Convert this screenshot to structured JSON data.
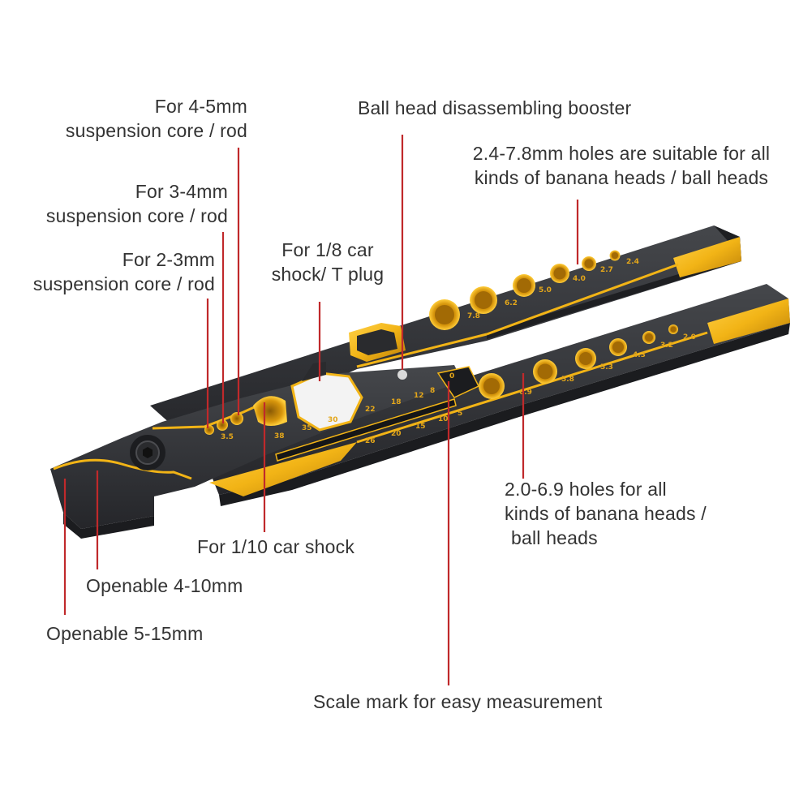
{
  "callouts": {
    "rod_4_5": {
      "line1": "For 4-5mm",
      "line2": "suspension core / rod"
    },
    "rod_3_4": {
      "line1": "For 3-4mm",
      "line2": "suspension core / rod"
    },
    "rod_2_3": {
      "line1": "For 2-3mm",
      "line2": "suspension core / rod"
    },
    "ball_head_booster": "Ball head disassembling booster",
    "holes_upper": {
      "line1": "2.4-7.8mm holes are suitable for all",
      "line2": "kinds of banana heads / ball heads"
    },
    "shock_1_8": {
      "line1": "For 1/8 car",
      "line2": "shock/ T plug"
    },
    "holes_lower": {
      "line1": "2.0-6.9 holes for all",
      "line2": "kinds of banana heads /",
      "line3": "ball heads"
    },
    "shock_1_10": "For 1/10 car shock",
    "openable_4_10": "Openable 4-10mm",
    "openable_5_15": "Openable 5-15mm",
    "scale_mark": "Scale mark for easy measurement"
  },
  "tool_markings": {
    "upper_holes": [
      "7.8",
      "6.2",
      "5.0",
      "4.0",
      "2.7",
      "2.4"
    ],
    "lower_holes": [
      "6.9",
      "5.8",
      "5.3",
      "4.3",
      "3.2",
      "2.0"
    ],
    "scale_top": [
      "38",
      "35",
      "30",
      "22",
      "18",
      "12",
      "8",
      "0"
    ],
    "scale_bottom": [
      "26",
      "20",
      "15",
      "10",
      "5"
    ],
    "rod_size": "3.5"
  },
  "colors": {
    "body": "#2f3033",
    "gold": "#f2b416",
    "leader": "#c0292b",
    "text": "#333333"
  }
}
